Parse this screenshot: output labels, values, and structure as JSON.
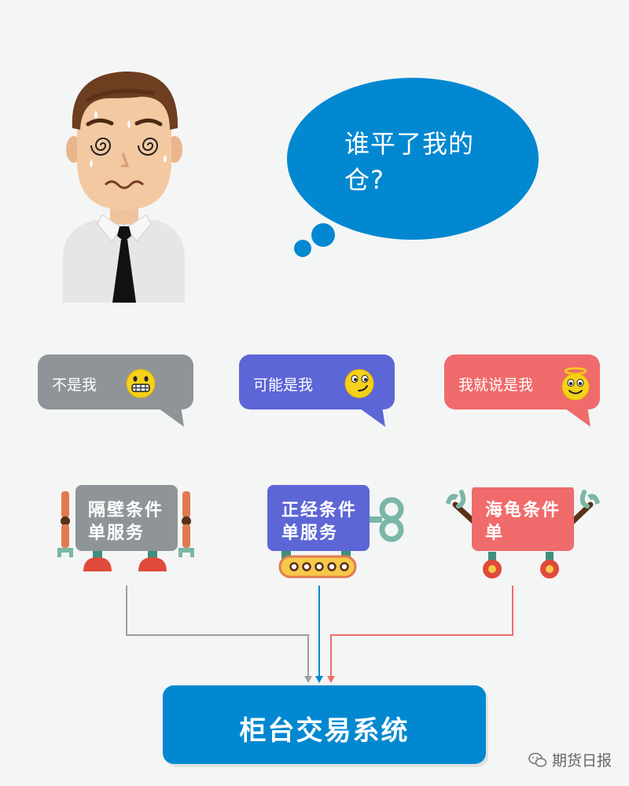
{
  "thought": {
    "text": "谁平了我的仓?"
  },
  "bubbles": [
    {
      "label": "不是我",
      "color": "#8f9498",
      "emoji": "grimace-emoji"
    },
    {
      "label": "可能是我",
      "color": "#5c66d6",
      "emoji": "smirk-emoji"
    },
    {
      "label": "我就说是我",
      "color": "#f06b6b",
      "emoji": "angel-emoji"
    }
  ],
  "robots": [
    {
      "line1": "隔壁条件",
      "line2": "单服务",
      "color": "#8f9498"
    },
    {
      "line1": "正经条件",
      "line2": "单服务",
      "color": "#5c66d6"
    },
    {
      "line1": "海龟条件",
      "line2": "单",
      "color": "#f06b6b"
    }
  ],
  "arrows": {
    "colors": [
      "#9e9e9e",
      "#0288d1",
      "#f06b6b"
    ]
  },
  "system": {
    "label": "柜台交易系统",
    "color": "#0288d1"
  },
  "watermark": {
    "text": "期货日报"
  }
}
